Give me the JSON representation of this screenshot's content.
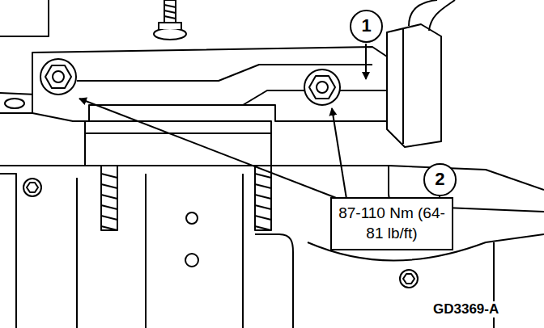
{
  "diagram": {
    "nodes": [
      {
        "text": [
          "1"
        ]
      },
      {
        "text": [
          "2"
        ]
      },
      {
        "text": [
          "87-110 Nm (64-81 lb/ft)"
        ]
      }
    ],
    "labels": [
      "GD3369-A"
    ]
  }
}
